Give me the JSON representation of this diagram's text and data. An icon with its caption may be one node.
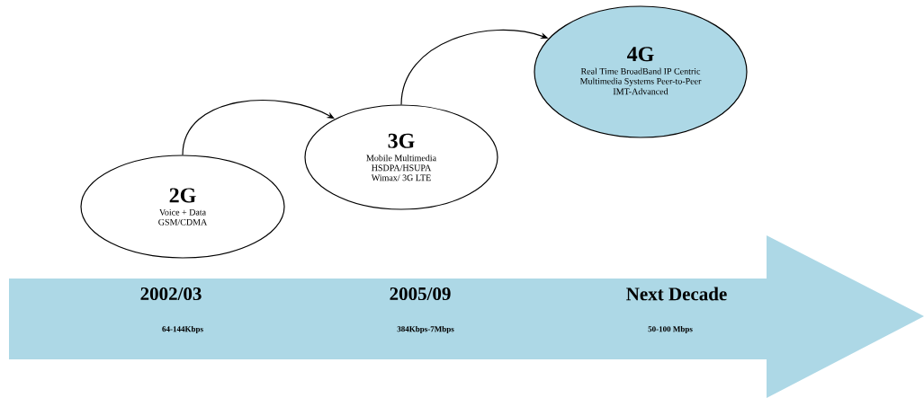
{
  "diagram": {
    "nodes": [
      {
        "text": [
          "2G",
          "Voice + Data GSM/CDMA"
        ]
      },
      {
        "text": [
          "3G",
          "Mobile Multimedia HSDPA/HSUPA Wimax/ 3G LTE"
        ]
      },
      {
        "text": [
          "4G",
          "Real Time BroadBand IP Centric Multimedia Systems Peer-to-Peer",
          "IMT-Advanced"
        ]
      },
      {
        "text": [
          "2002/03",
          "64-144Kbps",
          "2005/09",
          "384Kbps-7Mbps",
          "Next Decade",
          "50-100 Mbps"
        ]
      }
    ],
    "edges": [
      {
        "from": 0,
        "to": 1,
        "arrow": "to"
      },
      {
        "from": 1,
        "to": 2,
        "arrow": "to"
      }
    ]
  }
}
